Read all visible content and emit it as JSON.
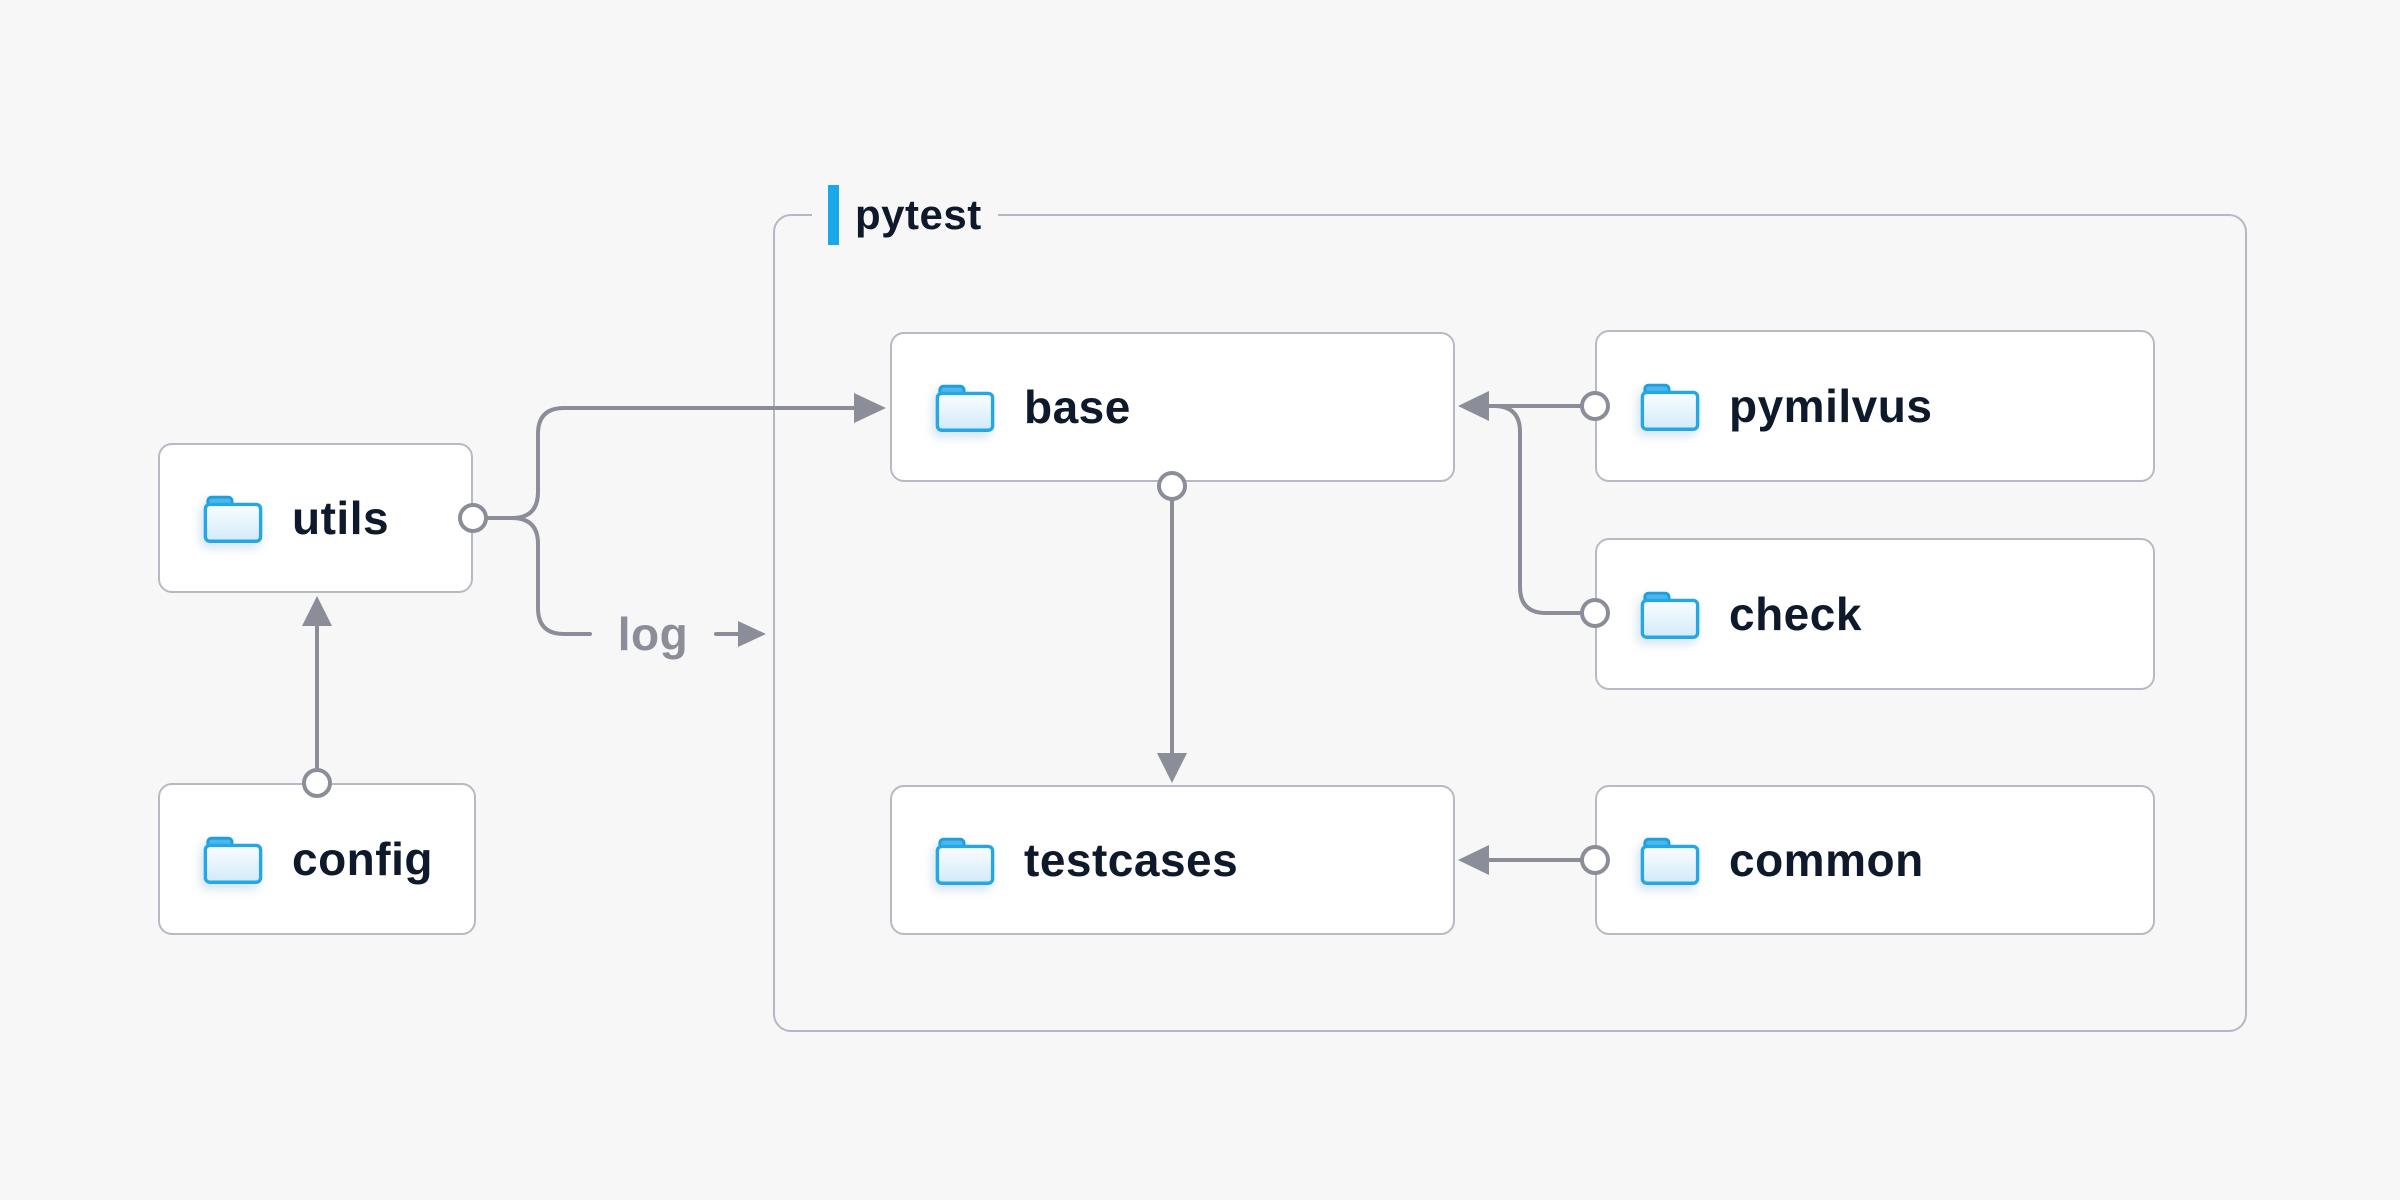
{
  "diagram": {
    "group": {
      "label": "pytest"
    },
    "nodes": {
      "utils": {
        "label": "utils",
        "icon": "folder-icon"
      },
      "config": {
        "label": "config",
        "icon": "folder-icon"
      },
      "base": {
        "label": "base",
        "icon": "folder-icon"
      },
      "pymilvus": {
        "label": "pymilvus",
        "icon": "folder-icon"
      },
      "check": {
        "label": "check",
        "icon": "folder-icon"
      },
      "testcases": {
        "label": "testcases",
        "icon": "folder-icon"
      },
      "common": {
        "label": "common",
        "icon": "folder-icon"
      }
    },
    "edges": [
      {
        "from": "utils",
        "to": "base",
        "label": ""
      },
      {
        "from": "utils",
        "to": "pytest-group",
        "label": "log"
      },
      {
        "from": "config",
        "to": "utils",
        "label": ""
      },
      {
        "from": "pymilvus",
        "to": "base",
        "label": ""
      },
      {
        "from": "check",
        "to": "base",
        "label": ""
      },
      {
        "from": "base",
        "to": "testcases",
        "label": ""
      },
      {
        "from": "common",
        "to": "testcases",
        "label": ""
      }
    ],
    "colors": {
      "background": "#f7f7f8",
      "node_fill": "#ffffff",
      "node_border": "#b8bac3",
      "group_border": "#b5b7c2",
      "line": "#8b8e99",
      "text": "#0e1a2b",
      "muted_text": "#8b8e99",
      "accent_blue": "#17a9e9",
      "folder_blue": "#24a7e4"
    }
  }
}
